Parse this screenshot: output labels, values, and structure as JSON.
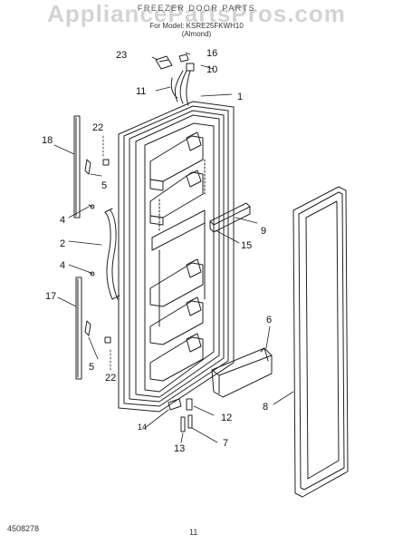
{
  "header": {
    "title": "FREEZER DOOR PARTS",
    "model": "For Model: KSRE25FKWH10",
    "color": "(Almond)"
  },
  "watermark": "AppliancePartsPros.com",
  "footer": {
    "doc_number": "4508278",
    "page_number": "11"
  },
  "callouts": {
    "c1": "1",
    "c2": "2",
    "c4a": "4",
    "c4b": "4",
    "c5a": "5",
    "c5b": "5",
    "c6": "6",
    "c7": "7",
    "c8": "8",
    "c9": "9",
    "c10": "10",
    "c11": "11",
    "c12": "12",
    "c13": "13",
    "c14": "14",
    "c15": "15",
    "c16": "16",
    "c17": "17",
    "c18": "18",
    "c22a": "22",
    "c22b": "22",
    "c23": "23"
  }
}
